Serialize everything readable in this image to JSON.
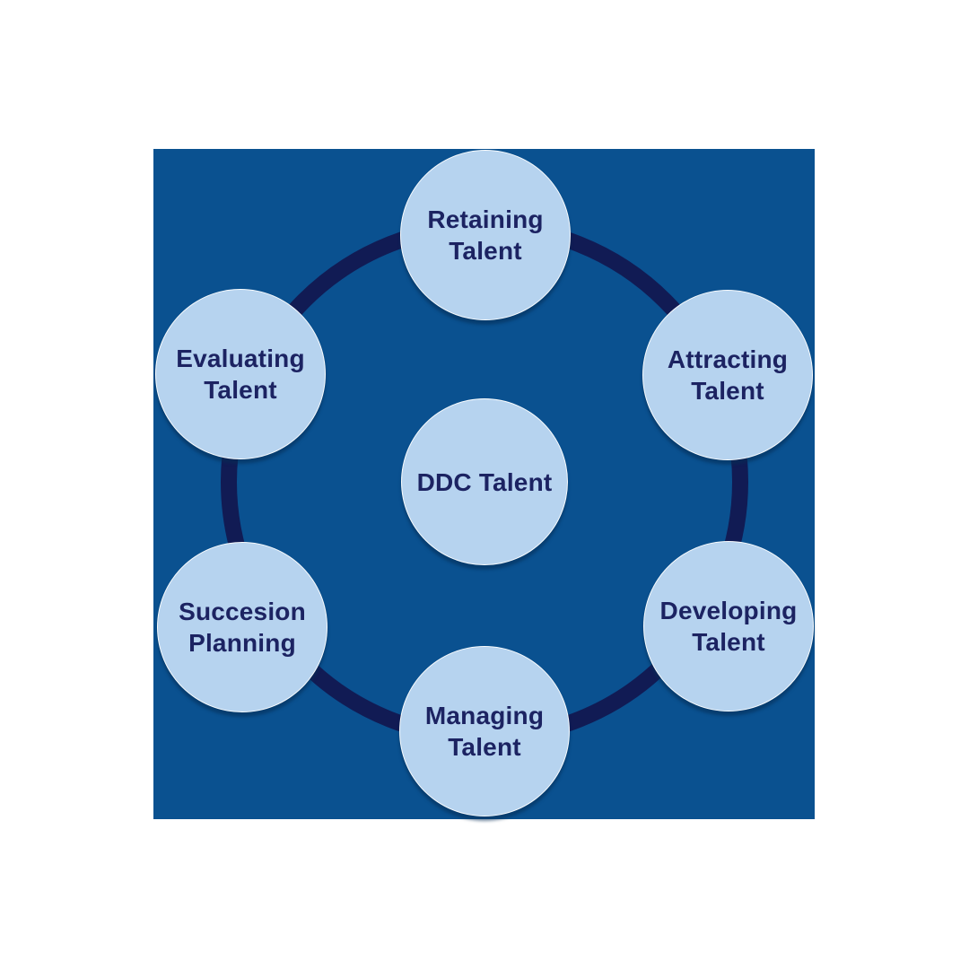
{
  "diagram": {
    "title_hint": "talent-management-cycle",
    "center": {
      "label": "DDC Talent"
    },
    "nodes": [
      {
        "id": "retaining",
        "label": "Retaining Talent"
      },
      {
        "id": "attracting",
        "label": "Attracting Talent"
      },
      {
        "id": "developing",
        "label": "Developing Talent"
      },
      {
        "id": "managing",
        "label": "Managing Talent"
      },
      {
        "id": "succession",
        "label": "Succesion Planning"
      },
      {
        "id": "evaluating",
        "label": "Evaluating Talent"
      }
    ],
    "colors": {
      "canvas": "#ffffff",
      "background": "#0a5190",
      "node_fill": "#b6d3ef",
      "ring": "#111b54",
      "text": "#1c2362"
    }
  }
}
